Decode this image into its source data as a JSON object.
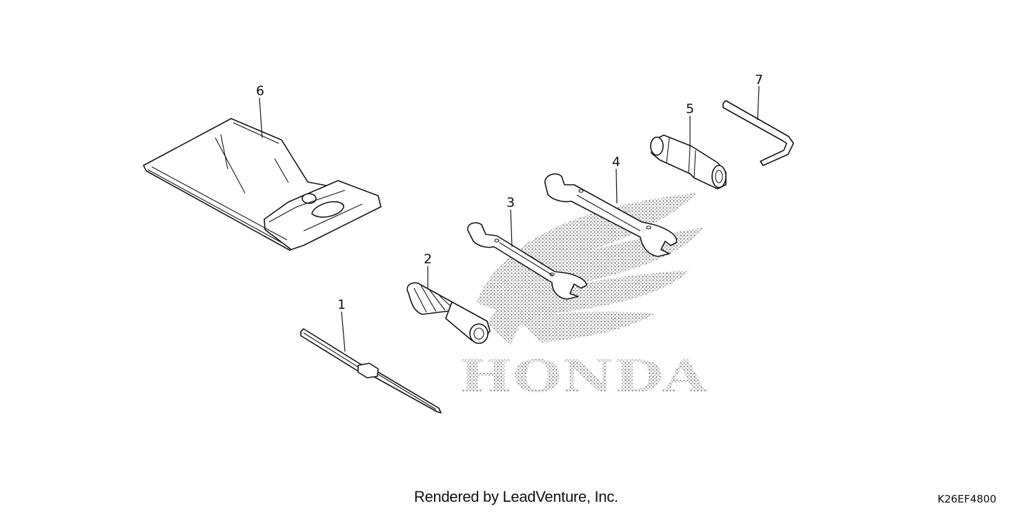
{
  "callouts": {
    "p1": "1",
    "p2": "2",
    "p3": "3",
    "p4": "4",
    "p5": "5",
    "p6": "6",
    "p7": "7"
  },
  "watermark": {
    "text": "HONDA",
    "color": "#9a9a9a"
  },
  "footer": {
    "credit": "Rendered by LeadVenture, Inc.",
    "code": "K26EF4800"
  },
  "icons": [
    "tool-bag",
    "screwdriver-bar",
    "screwdriver-handle",
    "open-end-wrench",
    "open-end-wrench",
    "spark-plug-socket",
    "hex-key"
  ]
}
